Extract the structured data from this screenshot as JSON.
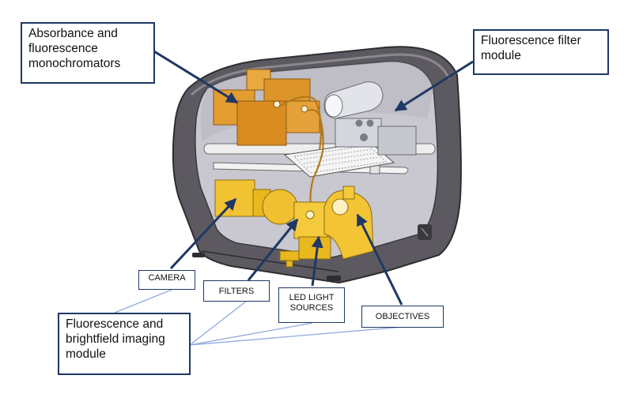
{
  "colors": {
    "arrow": "#1f3864",
    "connector": "#8eaadb",
    "box_border": "#1f3864",
    "housing": "#5c5a60",
    "cavity": "#c9c7cf",
    "monochromator": "#e09a2c",
    "imaging": "#f1c232",
    "filter_module": "#d7d9e0"
  },
  "labels": {
    "monochromators": [
      "Absorbance and",
      "fluorescence",
      "monochromators"
    ],
    "filter_module": [
      "Fluorescence filter",
      "module"
    ],
    "camera": "CAMERA",
    "filters": "FILTERS",
    "led": [
      "LED LIGHT",
      "SOURCES"
    ],
    "objectives": "OBJECTIVES",
    "imaging_module": [
      "Fluorescence and",
      "brightfield imaging",
      "module"
    ]
  }
}
